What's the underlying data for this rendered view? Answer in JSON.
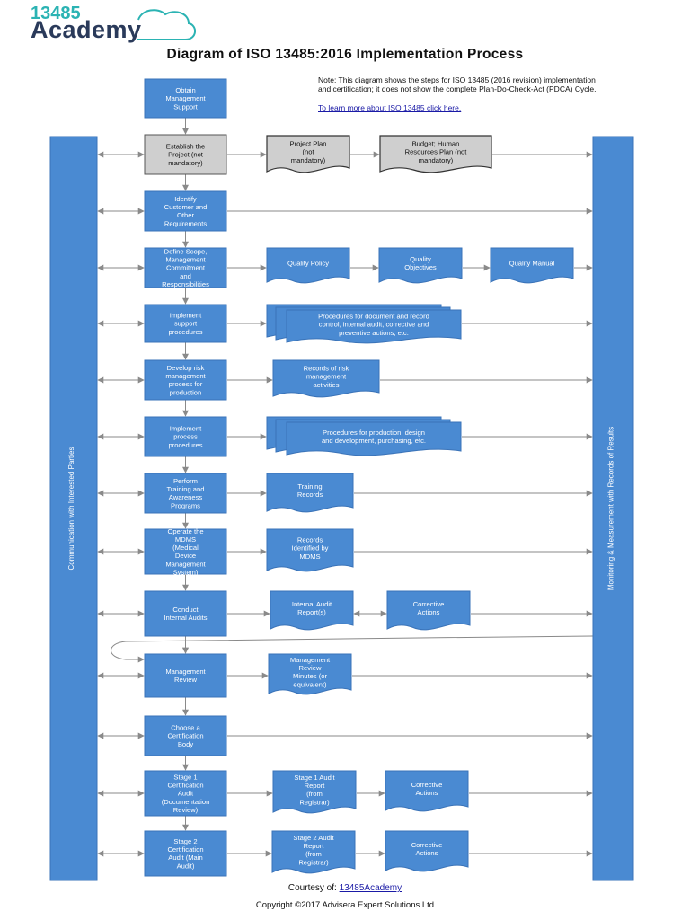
{
  "logo": {
    "number": "13485",
    "word": "Academy"
  },
  "title": "Diagram of ISO 13485:2016 Implementation Process",
  "note": {
    "text": "Note: This diagram shows the steps for ISO 13485 (2016 revision) implementation and certification; it does not show the complete Plan-Do-Check-Act (PDCA) Cycle.",
    "link": "To learn more about ISO 13485 click here."
  },
  "left_bar": "Communication with Interested Parties",
  "right_bar": "Monitoring & Measurement with Records of Results",
  "steps": [
    {
      "id": "s0",
      "label": "Obtain\nManagement\nSupport",
      "gray": false
    },
    {
      "id": "s1",
      "label": "Establish the\nProject (not\nmandatory)",
      "gray": true
    },
    {
      "id": "s2",
      "label": "Identify\nCustomer and\nOther\nRequirements",
      "gray": false
    },
    {
      "id": "s3",
      "label": "Define Scope,\nManagement\nCommitment\nand\nResponsibilities",
      "gray": false
    },
    {
      "id": "s4",
      "label": "Implement\nsupport\nprocedures",
      "gray": false
    },
    {
      "id": "s5",
      "label": "Develop risk\nmanagement\nprocess for\nproduction",
      "gray": false
    },
    {
      "id": "s6",
      "label": "Implement\nprocess\nprocedures",
      "gray": false
    },
    {
      "id": "s7",
      "label": "Perform\nTraining and\nAwareness\nPrograms",
      "gray": false
    },
    {
      "id": "s8",
      "label": "Operate the\nMDMS\n(Medical\nDevice\nManagement\nSystem)",
      "gray": false
    },
    {
      "id": "s9",
      "label": "Conduct\nInternal Audits",
      "gray": false
    },
    {
      "id": "s10",
      "label": "Management\nReview",
      "gray": false
    },
    {
      "id": "s11",
      "label": "Choose a\nCertification\nBody",
      "gray": false
    },
    {
      "id": "s12",
      "label": "Stage 1\nCertification\nAudit\n(Documentation\nReview)",
      "gray": false
    },
    {
      "id": "s13",
      "label": "Stage 2\nCertification\nAudit (Main\nAudit)",
      "gray": false
    }
  ],
  "documents": [
    {
      "id": "d_project_plan",
      "label": "Project Plan\n(not\nmandatory)",
      "gray": true,
      "multi": false
    },
    {
      "id": "d_budget",
      "label": "Budget; Human\nResources Plan (not\nmandatory)",
      "gray": true,
      "multi": false
    },
    {
      "id": "d_quality_policy",
      "label": "Quality Policy",
      "gray": false,
      "multi": false
    },
    {
      "id": "d_quality_objectives",
      "label": "Quality\nObjectives",
      "gray": false,
      "multi": false
    },
    {
      "id": "d_quality_manual",
      "label": "Quality Manual",
      "gray": false,
      "multi": false
    },
    {
      "id": "d_support_procedures",
      "label": "Procedures for document and record\ncontrol, internal audit, corrective and\npreventive actions, etc.",
      "gray": false,
      "multi": true
    },
    {
      "id": "d_risk_records",
      "label": "Records of risk\nmanagement\nactivities",
      "gray": false,
      "multi": false
    },
    {
      "id": "d_process_procedures",
      "label": "Procedures for production, design\nand development, purchasing, etc.",
      "gray": false,
      "multi": true
    },
    {
      "id": "d_training_records",
      "label": "Training\nRecords",
      "gray": false,
      "multi": false
    },
    {
      "id": "d_mdms_records",
      "label": "Records\nIdentified by\nMDMS",
      "gray": false,
      "multi": false
    },
    {
      "id": "d_internal_audit_report",
      "label": "Internal Audit\nReport(s)",
      "gray": false,
      "multi": false
    },
    {
      "id": "d_corrective_1",
      "label": "Corrective\nActions",
      "gray": false,
      "multi": false
    },
    {
      "id": "d_review_minutes",
      "label": "Management\nReview\nMinutes (or\nequivalent)",
      "gray": false,
      "multi": false
    },
    {
      "id": "d_stage1_report",
      "label": "Stage 1 Audit\nReport\n(from\nRegistrar)",
      "gray": false,
      "multi": false
    },
    {
      "id": "d_corrective_2",
      "label": "Corrective\nActions",
      "gray": false,
      "multi": false
    },
    {
      "id": "d_stage2_report",
      "label": "Stage 2 Audit\nReport\n(from\nRegistrar)",
      "gray": false,
      "multi": false
    },
    {
      "id": "d_corrective_3",
      "label": "Corrective\nActions",
      "gray": false,
      "multi": false
    }
  ],
  "footer": {
    "courtesy_label": "Courtesy of:",
    "courtesy_link": "13485Academy",
    "copyright": "Copyright ©2017 Advisera Expert Solutions Ltd"
  },
  "colors": {
    "process_blue": "#4a8ad2",
    "process_border": "#3a73b8",
    "gray_fill": "#cfcfcf",
    "arrow": "#8a8a8a",
    "logo_number": "#2bb3b3",
    "logo_word": "#2a3a5a"
  }
}
